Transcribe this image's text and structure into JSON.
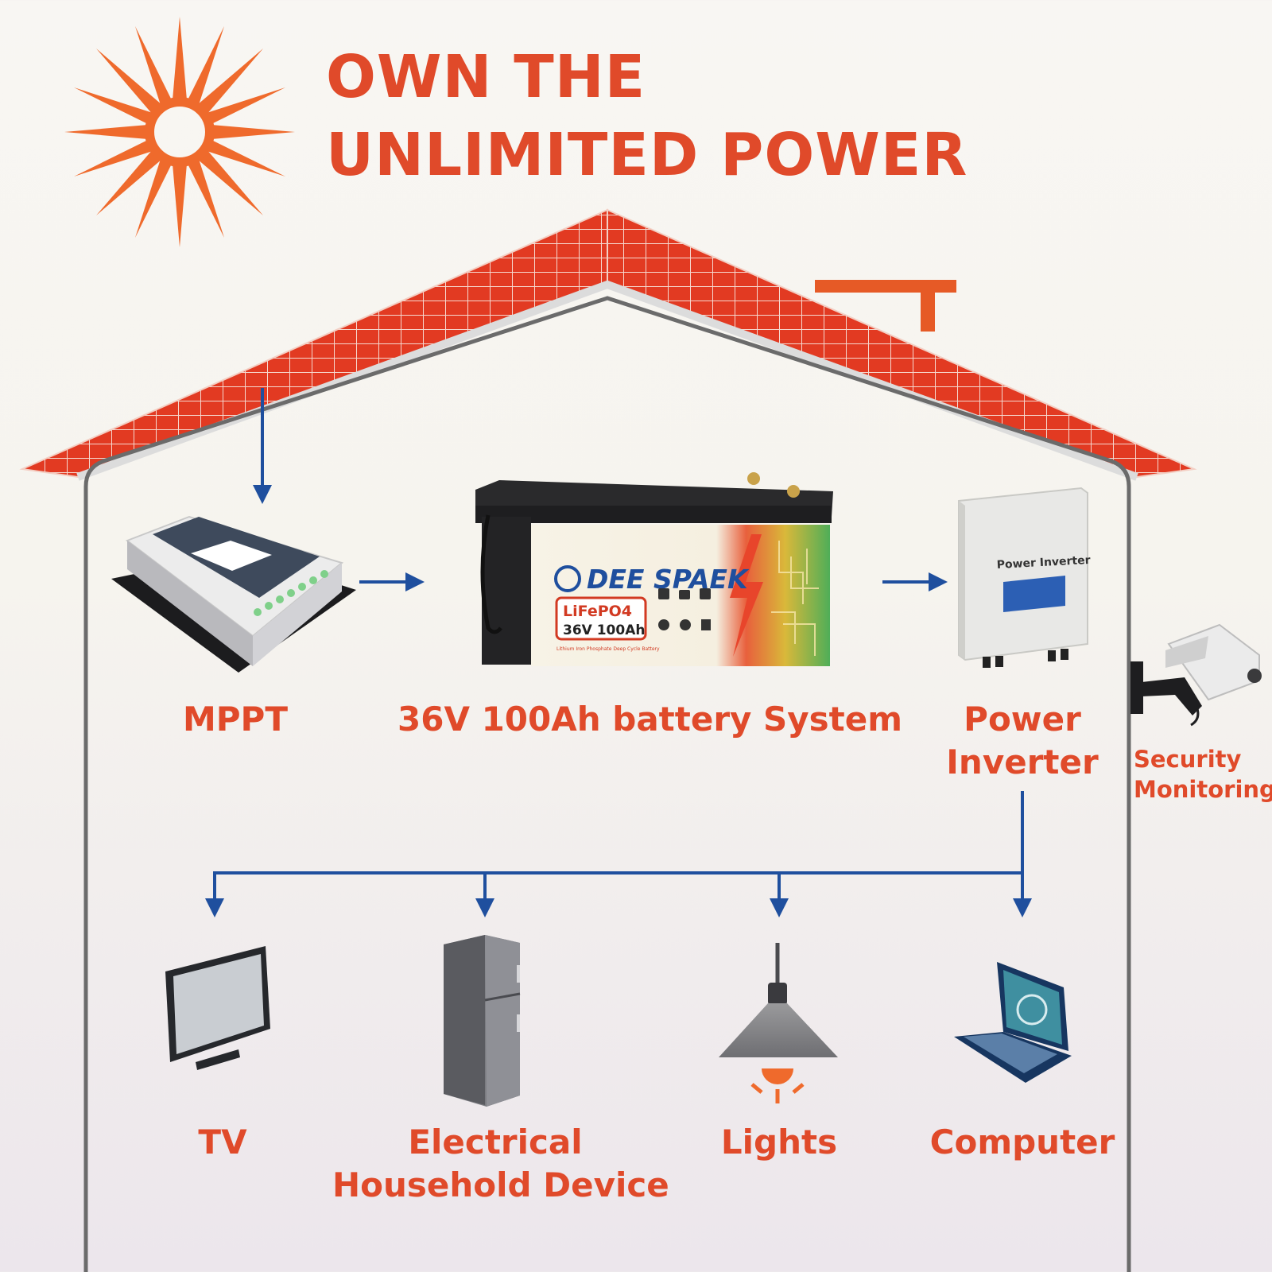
{
  "title": {
    "line1": "OWN THE",
    "line2": "UNLIMITED POWER"
  },
  "colors": {
    "accent": "#e04a2a",
    "arrow": "#1f4f9e",
    "wall": "#6b6b6b",
    "solar_panel": "#e23a22"
  },
  "components": {
    "mppt": {
      "label": "MPPT"
    },
    "battery": {
      "label": "36V 100Ah battery System",
      "brand": "DEE SPAEK",
      "chem": "LiFePO4",
      "rating": "36V 100Ah",
      "fine_print": "Lithium Iron Phosphate Deep Cycle Battery"
    },
    "inverter": {
      "label_line1": "Power",
      "label_line2": "Inverter",
      "device_text": "Power Inverter"
    },
    "security": {
      "label_line1": "Security",
      "label_line2": "Monitoring"
    }
  },
  "loads": {
    "tv": {
      "label": "TV"
    },
    "appliance": {
      "label_line1": "Electrical",
      "label_line2": "Household Device"
    },
    "lights": {
      "label": "Lights"
    },
    "computer": {
      "label": "Computer"
    }
  },
  "icons": [
    "sun-icon",
    "solar-roof-icon",
    "mppt-controller-icon",
    "battery-icon",
    "inverter-icon",
    "security-camera-icon",
    "tv-icon",
    "refrigerator-icon",
    "lamp-icon",
    "laptop-icon"
  ]
}
